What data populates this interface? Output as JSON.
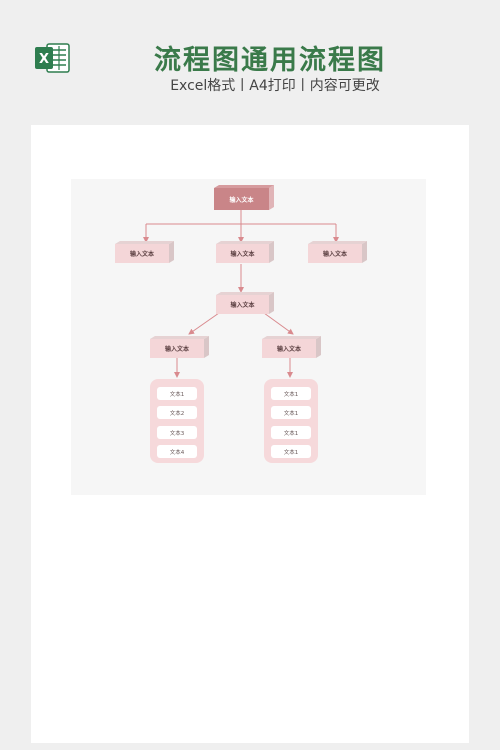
{
  "header": {
    "title": "流程图通用流程图",
    "subtitle": "Excel格式丨A4打印丨内容可更改",
    "logo_icon": "excel-icon",
    "logo_letter": "X"
  },
  "colors": {
    "title": "#3a7a4a",
    "node_primary": "#c98588",
    "node_secondary": "#f4d6d8",
    "connector": "#d98a8e",
    "group_bg": "#f6d9db"
  },
  "flowchart": {
    "root": "输入文本",
    "level1": [
      "输入文本",
      "输入文本",
      "输入文本"
    ],
    "middle": "输入文本",
    "level3": [
      "输入文本",
      "输入文本"
    ],
    "groups": [
      [
        "文本1",
        "文本2",
        "文本3",
        "文本4"
      ],
      [
        "文本1",
        "文本1",
        "文本1",
        "文本1"
      ]
    ]
  }
}
